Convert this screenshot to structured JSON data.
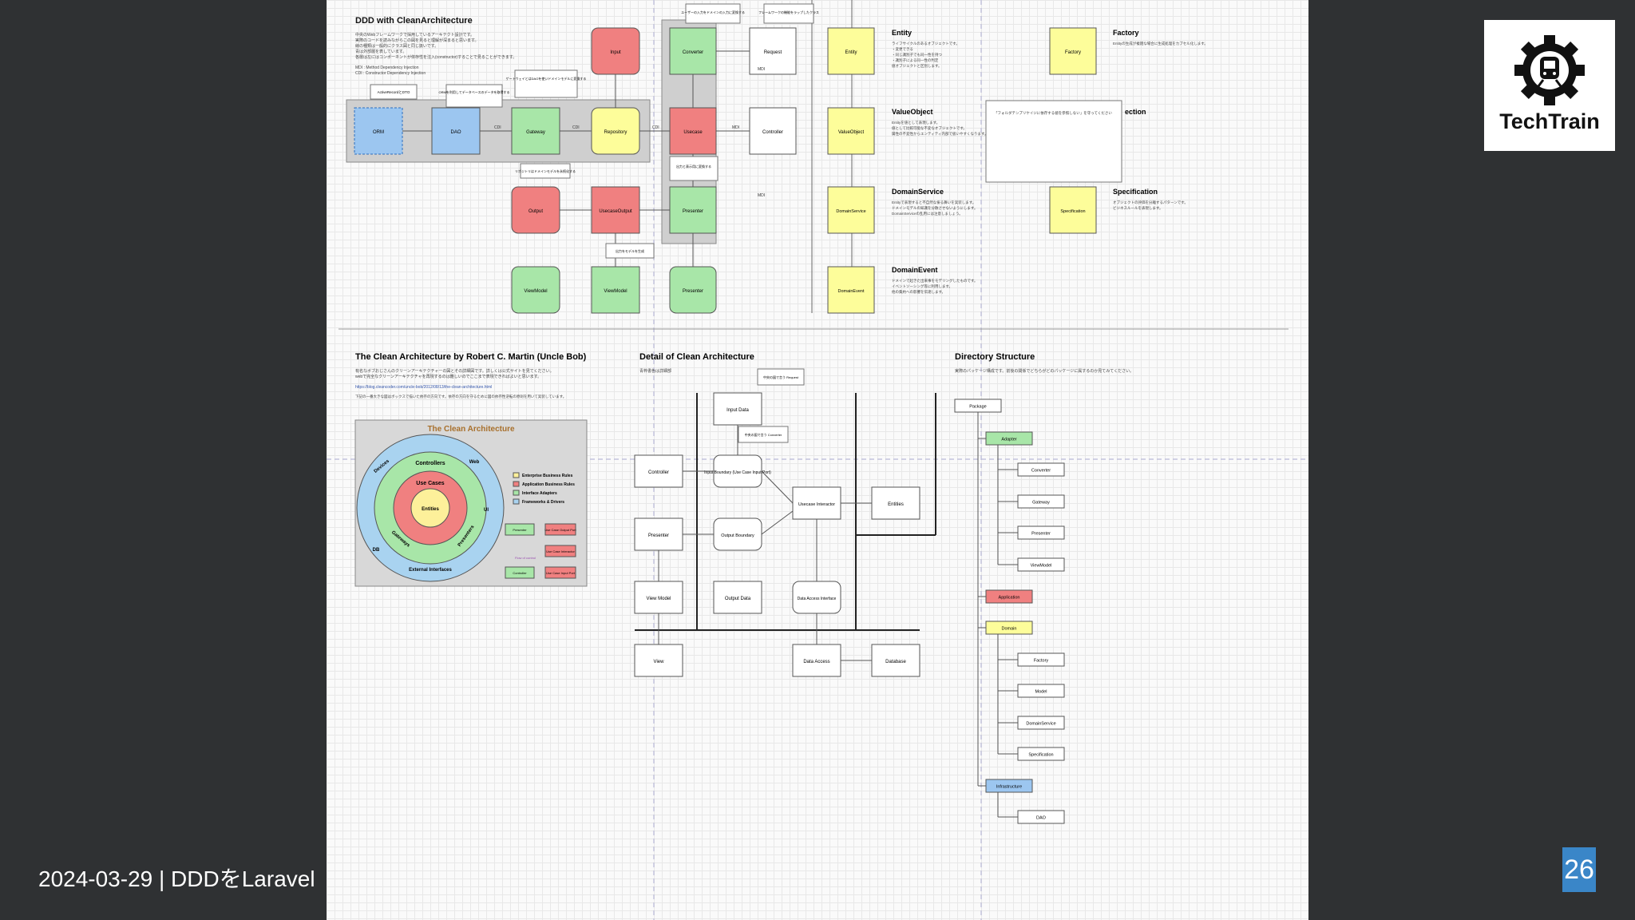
{
  "section1": {
    "title": "DDD with CleanArchitecture",
    "desc": [
      "中央のWebフレームワークで採用しているアーキテクト設計です。",
      "実際のコードを読みながらこの図を見ると理解が深まると思います。",
      "線の種類は一般的にクラス図と同じ扱いです。",
      "青は外部層を表しています。",
      "各層は左にはコンポーネントが依存性を注入(constructor)することで見ることができます。"
    ],
    "legend": [
      "MDI : Method Dependency Injection",
      "CDI : Constructor Dependency Injection"
    ],
    "nodes": {
      "orm": "ORM",
      "dao": "DAO",
      "gateway": "Gateway",
      "repository": "Repository",
      "input": "Input",
      "converter": "Converter",
      "request": "Request",
      "usecase": "Usecase",
      "controller": "Controller",
      "output": "Output",
      "usecase_output": "UsecaseOutput",
      "presenter": "Presenter",
      "viewmodel1": "ViewModel",
      "viewmodel2": "ViewModel",
      "presenter2": "Presenter",
      "entity": "Entity",
      "valueobject": "ValueObject",
      "domainservice": "DomainService",
      "domainevent": "DomainEvent",
      "factory": "Factory",
      "specification": "Specification"
    },
    "notes": [
      "ActiveRecordとDTO",
      "ORMを利用してデータベースのデータを取得する",
      "ゲートウェイとはDAOを使いドメインモデルに変換する",
      "リポジトリはドメインモデルを永続化する",
      "ユーザーの入力をドメインの入力に変換する",
      "フレームワークの機能をラップしたクラス",
      "出力をモデルを生成",
      "出力と表示用に変換する"
    ],
    "edge_labels": [
      "CDI",
      "CDI",
      "CDI",
      "MDI",
      "MDI",
      "MDI"
    ]
  },
  "domain_text": {
    "entity": {
      "title": "Entity",
      "lines": [
        "ライフサイクルのあるオブジェクトです。",
        "・変更できる",
        "・同じ識別子でも同一性を持つ",
        "・識別子による同一性の判定",
        "値オブジェクトと区別します。"
      ]
    },
    "valueobject": {
      "title": "ValueObject",
      "lines": [
        "Entityを値として表現します。",
        "値として比較可能な不変なオブジェクトです。",
        "属性の不変性からエンティティ内部で扱いやすくなります。"
      ]
    },
    "domainservice": {
      "title": "DomainService",
      "lines": [
        "Entityで表現すると不自然な振る舞いを実装します。",
        "ドメインモデルの知識を分散させないようにします。",
        "DomainServiceの乱用には注意しましょう。"
      ]
    },
    "domainevent": {
      "title": "DomainEvent",
      "lines": [
        "ドメインで起きた出来事をモデリングしたものです。",
        "イベントソーシング等に利用します。",
        "他の集約への影響を伝達します。"
      ]
    },
    "factory": {
      "title": "Factory",
      "lines": [
        "Entityの生成が複雑な場合に生成処理をカプセル化します。"
      ]
    },
    "specification": {
      "title": "Specification",
      "lines": [
        "オブジェクトの評価を分離するパターンです。",
        "ビジネスルールを表現します。"
      ]
    },
    "aside_title": "ection",
    "aside_note": "「フォルダテンプリケイジに依存する値を参照しない」を守ってください"
  },
  "section2": {
    "title": "The Clean Architecture by Robert C. Martin (Uncle Bob)",
    "desc": [
      "有名なボブおじさんのクリーンアーキテクチャーの図とその詳細図です。詳しくは公式サイトを見てください。",
      "webで完全なクリーンアーキテクチャを再現するのは難しいのでここまで表現できればよいと思います。"
    ],
    "url": "https://blog.cleancoder.com/uncle-bob/2012/08/13/the-clean-architecture.html",
    "note": "下記の一番大きな図はボックスで描いた依存の方向です。依存の方向を守るために図の依存性逆転の原則を用いて実装しています。",
    "figure_title": "The Clean Architecture",
    "rings": [
      "Entities",
      "Use Cases",
      "Controllers",
      "Gateways",
      "Presenters",
      "Devices",
      "Web",
      "UI",
      "DB",
      "External Interfaces"
    ],
    "legend": [
      "Enterprise Business Rules",
      "Application Business Rules",
      "Interface Adapters",
      "Frameworks & Drivers"
    ],
    "mini": [
      "Presenter",
      "Use Case Output Port",
      "Use Case Interactor",
      "Controller",
      "Use Case Input Port"
    ],
    "flow_label": "Flow of control"
  },
  "section3": {
    "title": "Detail of Clean Architecture",
    "subtitle": "青枠書色は詳細部",
    "nodes": {
      "input_data": "Input Data",
      "controller": "Controller",
      "input_boundary": "Input Boundary (Use Case Input Port)",
      "usecase_interactor": "Usecase Interactor",
      "entities": "Entities",
      "presenter": "Presenter",
      "output_boundary": "Output Boundary",
      "view_model": "View Model",
      "output_data": "Output Data",
      "data_access_interface": "Data Access Interface",
      "view": "View",
      "data_access": "Data Access",
      "database": "Database"
    },
    "notes": [
      "中央の図で言う Request",
      "中央の図で言う Converter"
    ]
  },
  "section4": {
    "title": "Directory Structure",
    "desc": [
      "実際のパッケージ構成です。前後の関係でどちらがどのパッケージに属するのか見てみてください。"
    ],
    "tree": [
      {
        "label": "Package",
        "color": "#ffffff"
      },
      {
        "label": "Adapter",
        "color": "#a8e6a8"
      },
      {
        "label": "Converter",
        "color": "#ffffff"
      },
      {
        "label": "Gateway",
        "color": "#ffffff"
      },
      {
        "label": "Presenter",
        "color": "#ffffff"
      },
      {
        "label": "ViewModel",
        "color": "#ffffff"
      },
      {
        "label": "Application",
        "color": "#f08080"
      },
      {
        "label": "Domain",
        "color": "#fdfd9a"
      },
      {
        "label": "Factory",
        "color": "#ffffff"
      },
      {
        "label": "Model",
        "color": "#ffffff"
      },
      {
        "label": "DomainService",
        "color": "#ffffff"
      },
      {
        "label": "Specification",
        "color": "#ffffff"
      },
      {
        "label": "Infrastructure",
        "color": "#9cc6f0"
      },
      {
        "label": "DAO",
        "color": "#ffffff"
      }
    ]
  },
  "colors": {
    "green": "#a8e6a8",
    "red": "#f08080",
    "blue": "#9cc6f0",
    "yellow": "#fdfd9a",
    "gray": "#cfcfcf"
  },
  "logo": {
    "icon": "gear-train-icon",
    "text": "TechTrain"
  },
  "footer": {
    "text": "2024-03-29 | DDDをLaravel",
    "page": "26"
  }
}
